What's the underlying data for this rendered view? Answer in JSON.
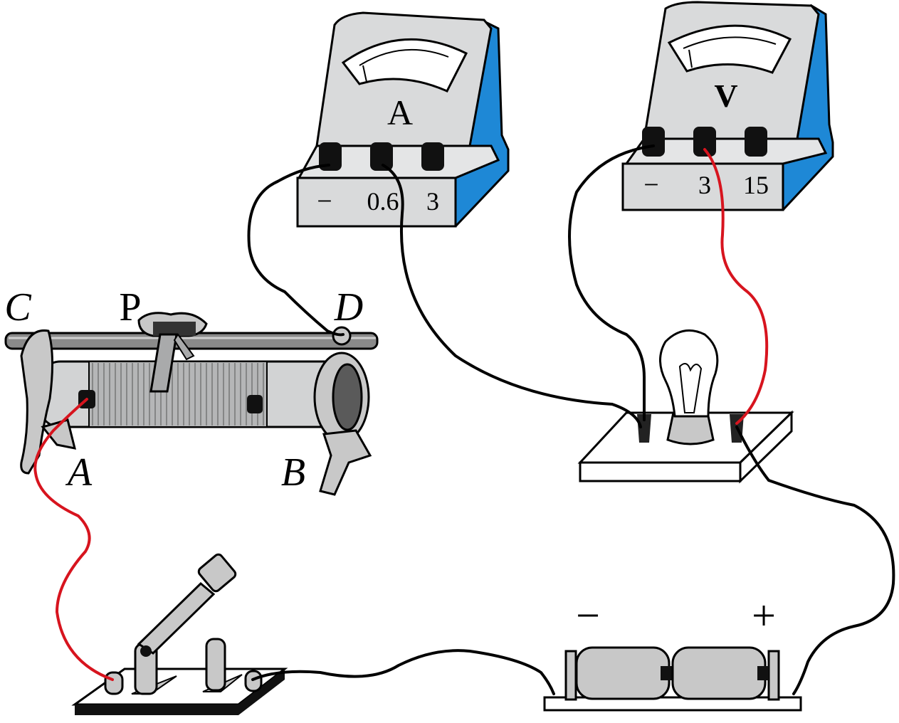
{
  "labels": {
    "C": "C",
    "P": "P",
    "D": "D",
    "A": "A",
    "B": "B"
  },
  "ammeter": {
    "symbol": "A",
    "terminal_neg": "−",
    "terminal_1": "0.6",
    "terminal_2": "3"
  },
  "voltmeter": {
    "symbol": "V",
    "terminal_neg": "−",
    "terminal_1": "3",
    "terminal_2": "15"
  },
  "battery": {
    "neg": "−",
    "pos": "+"
  },
  "colors": {
    "meter_body": "#d9dadb",
    "meter_side": "#1e88d6",
    "wire_black": "#000000",
    "wire_red": "#d7141e",
    "metal": "#c8c8c8"
  }
}
